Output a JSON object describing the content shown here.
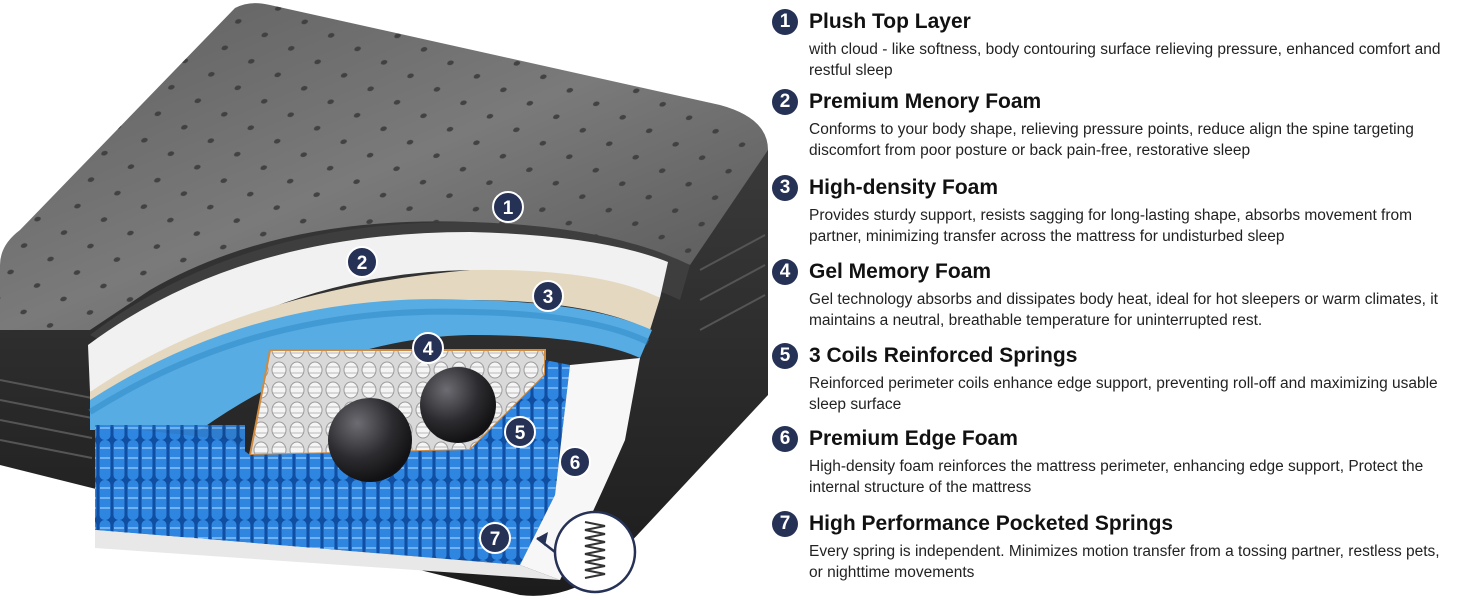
{
  "colors": {
    "badge": "#263156",
    "mattress_top": "#6a6a6a",
    "foam_white": "#f2f2f2",
    "foam_beige": "#e4d8c0",
    "gel_blue": "#4aa6e0",
    "spring_blue": "#1e6fd0",
    "edge_foam": "#f7f7f7"
  },
  "illustration": {
    "markers": [
      "1",
      "2",
      "3",
      "4",
      "5",
      "6",
      "7"
    ]
  },
  "features": [
    {
      "number": "1",
      "title": "Plush Top Layer",
      "description": "with cloud - like softness, body contouring surface relieving pressure, enhanced comfort and restful sleep"
    },
    {
      "number": "2",
      "title": "Premium Menory Foam",
      "description": "Conforms to your body shape, relieving pressure points, reduce align the spine targeting discomfort from poor posture or back pain-free, restorative sleep"
    },
    {
      "number": "3",
      "title": "High-density Foam",
      "description": "Provides sturdy support, resists sagging for long-lasting shape, absorbs movement from partner, minimizing transfer across the mattress for undisturbed sleep"
    },
    {
      "number": "4",
      "title": "Gel Memory Foam",
      "description": "Gel technology absorbs and dissipates body heat, ideal for hot sleepers or warm climates, it maintains a neutral, breathable temperature for uninterrupted rest."
    },
    {
      "number": "5",
      "title": "3 Coils Reinforced Springs",
      "description": "Reinforced perimeter coils enhance edge support, preventing roll-off and maximizing usable sleep surface"
    },
    {
      "number": "6",
      "title": "Premium Edge Foam",
      "description": "High-density foam reinforces the mattress perimeter, enhancing edge support, Protect the internal structure of the mattress"
    },
    {
      "number": "7",
      "title": "High Performance Pocketed Springs",
      "description": "Every spring is independent. Minimizes motion transfer from a tossing partner, restless pets, or nighttime movements"
    }
  ]
}
